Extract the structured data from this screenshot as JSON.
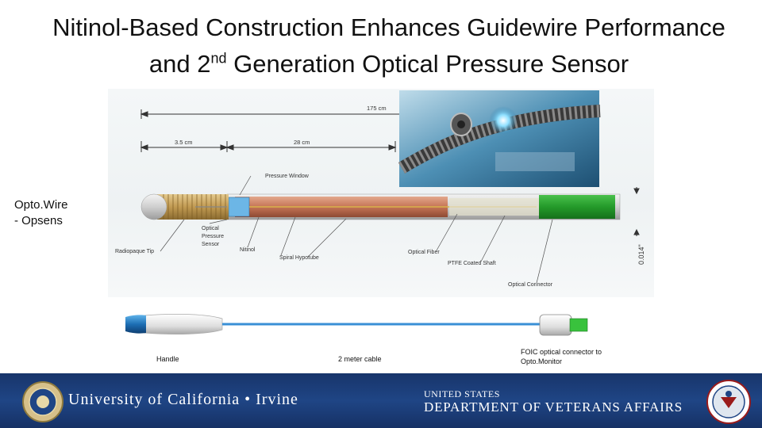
{
  "title": {
    "line1": "Nitinol-Based Construction Enhances Guidewire Performance",
    "line2_pre": "and 2",
    "line2_sup": "nd",
    "line2_post": " Generation Optical Pressure Sensor"
  },
  "side_label": {
    "line1": "Opto.Wire",
    "line2": "- Opsens"
  },
  "diagram": {
    "dim_total": "175 cm",
    "dim_tip": "3.5 cm",
    "dim_mid": "28 cm",
    "dim_diameter": "0.014\"",
    "labels": {
      "pressure_window": "Pressure Window",
      "radiopaque_tip": "Radiopaque Tip",
      "optical_sensor": [
        "Optical",
        "Pressure",
        "Sensor"
      ],
      "nitinol": "Nitinol",
      "spiral_hypotube": "Spiral Hypotube",
      "optical_fiber": "Optical Fiber",
      "ptfe_shaft": "PTFE Coated Shaft",
      "optical_connector": "Optical Connector"
    }
  },
  "captions": {
    "handle": "Handle",
    "cable": "2 meter cable",
    "connector_line1": "FOIC optical connector to",
    "connector_line2": "Opto.Monitor"
  },
  "footer": {
    "uci": "University of California • Irvine",
    "va_top": "UNITED STATES",
    "va_main": "DEPARTMENT OF VETERANS AFFAIRS"
  },
  "colors": {
    "footer_bg": "#1f4585",
    "shaft_copper": "#c97a5c",
    "connector_green": "#2a9a2e",
    "cable_blue": "#3a8fd6"
  }
}
